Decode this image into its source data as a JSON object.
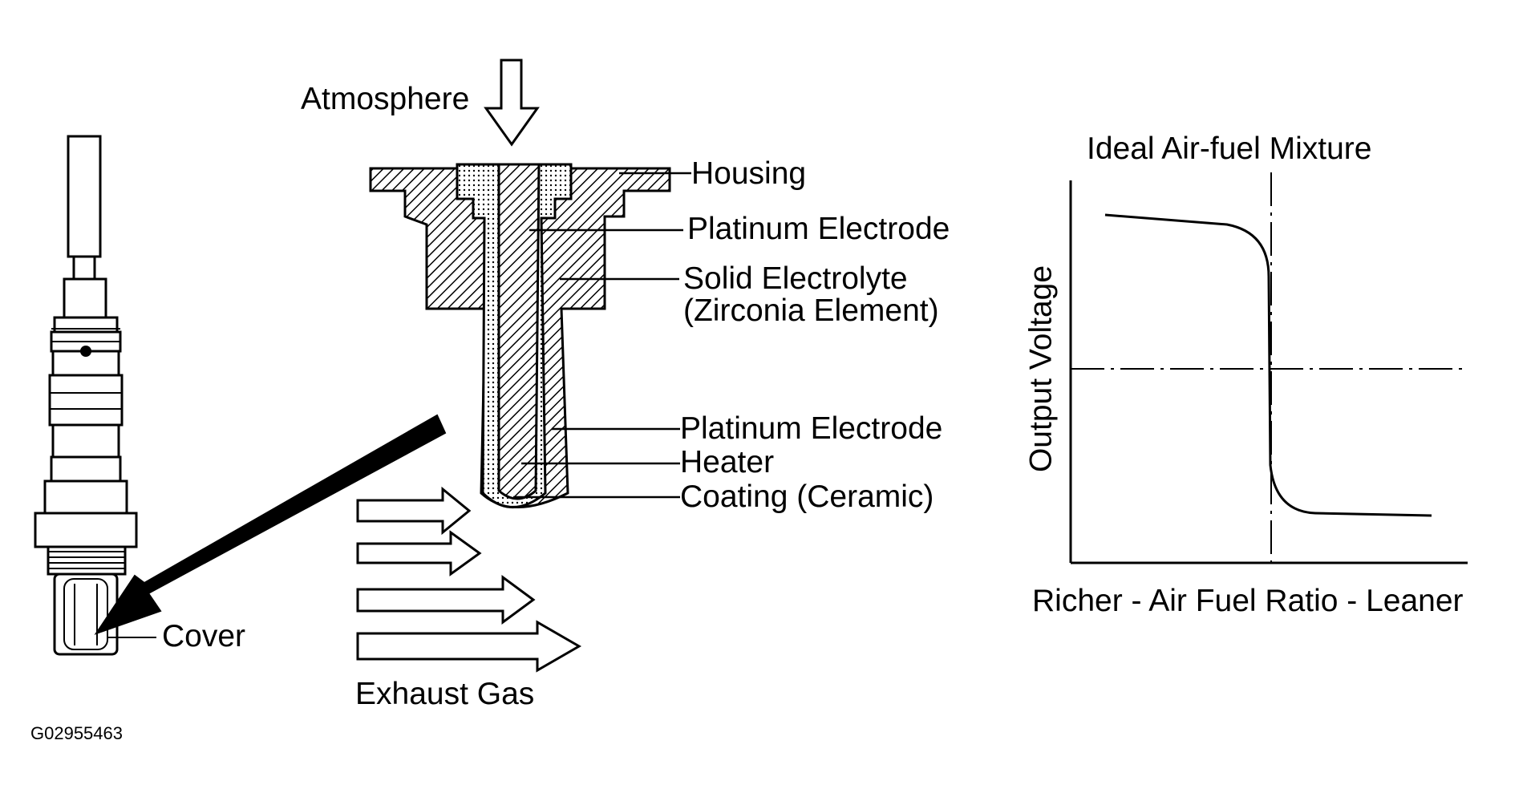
{
  "sensor": {
    "atmosphere": "Atmosphere",
    "housing": "Housing",
    "platinum_electrode_outer": "Platinum Electrode",
    "solid_electrolyte": "Solid Electrolyte",
    "zirconia_element": "(Zirconia Element)",
    "platinum_electrode_inner": "Platinum Electrode",
    "heater": "Heater",
    "coating": "Coating (Ceramic)",
    "exhaust_gas": "Exhaust Gas",
    "cover": "Cover"
  },
  "graph": {
    "title": "Ideal Air-fuel Mixture",
    "ylabel": "Output Voltage",
    "xlabel": "Richer - Air Fuel Ratio - Leaner"
  },
  "figure_id": "G02955463"
}
